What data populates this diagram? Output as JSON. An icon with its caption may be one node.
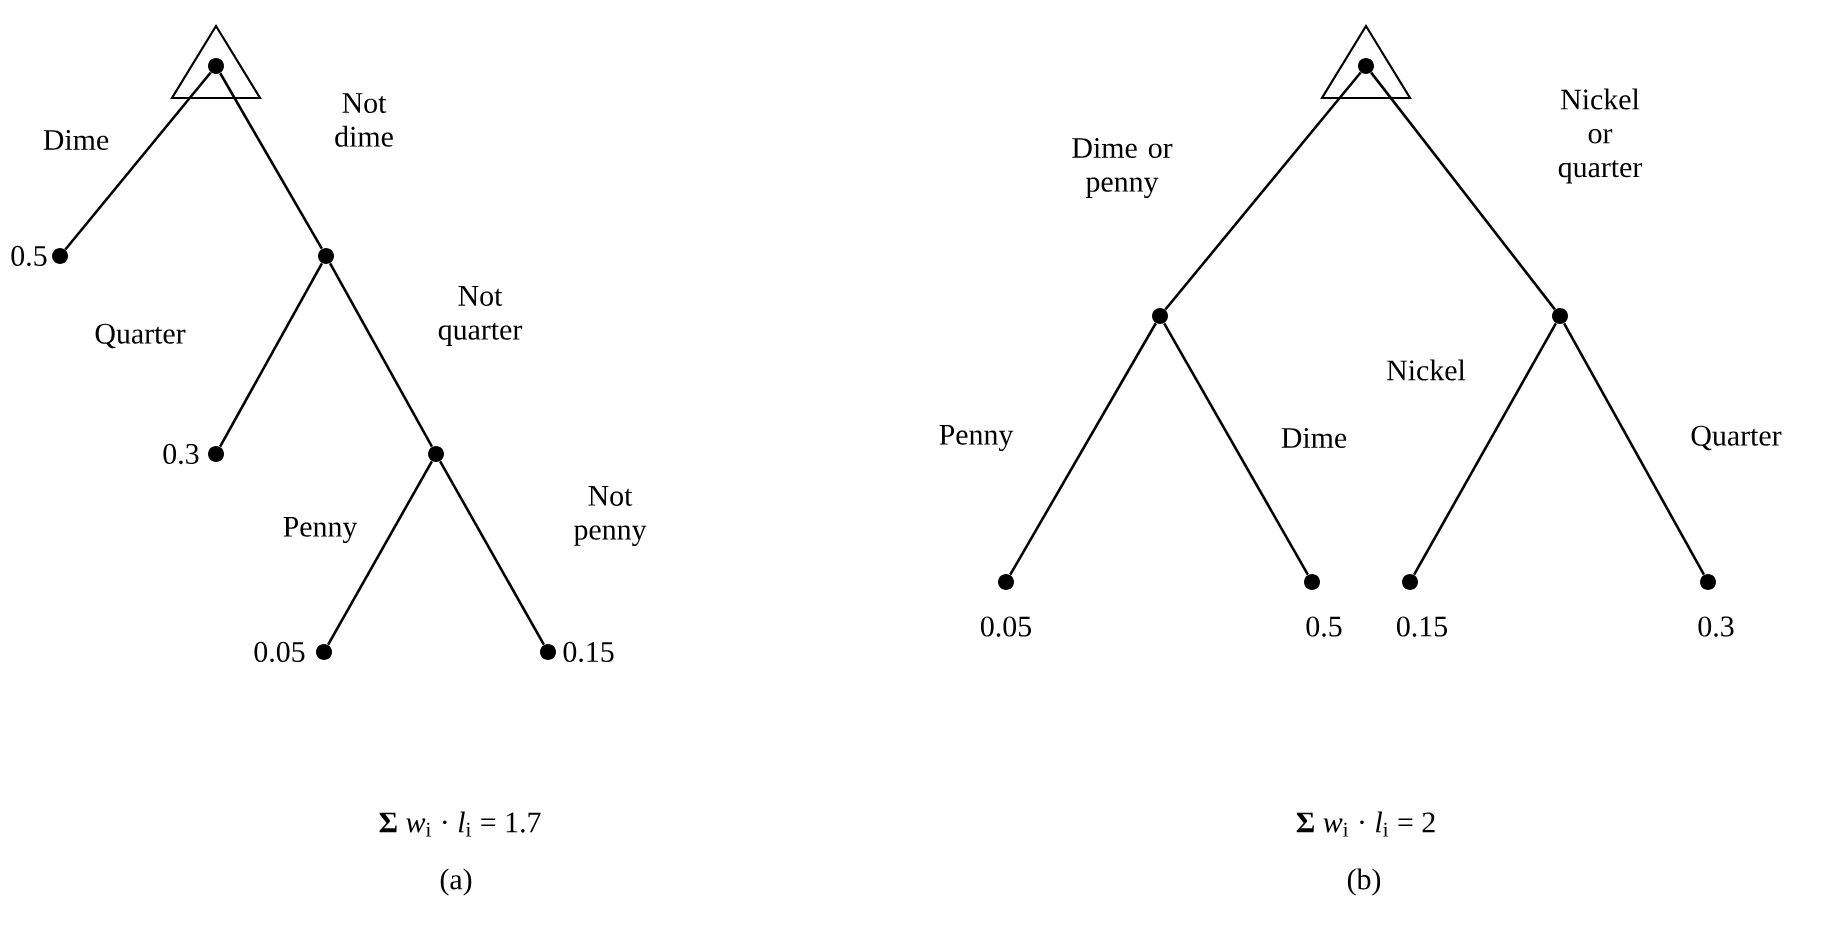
{
  "diagram": {
    "nodes": [
      {
        "text": [],
        "shape": "triangle"
      },
      {
        "text": [],
        "shape": "circle",
        "beside": [
          "0.5"
        ]
      },
      {
        "text": [],
        "shape": "circle"
      },
      {
        "text": [],
        "shape": "circle",
        "beside": [
          "0.3"
        ]
      },
      {
        "text": [],
        "shape": "circle"
      },
      {
        "text": [],
        "shape": "circle",
        "beside": [
          "0.05"
        ]
      },
      {
        "text": [],
        "shape": "circle",
        "beside": [
          "0.15"
        ]
      },
      {
        "text": [],
        "shape": "triangle"
      },
      {
        "text": [],
        "shape": "circle"
      },
      {
        "text": [],
        "shape": "circle"
      },
      {
        "text": [],
        "shape": "circle",
        "beside": [
          "0.05"
        ]
      },
      {
        "text": [],
        "shape": "circle",
        "beside": [
          "0.5"
        ]
      },
      {
        "text": [],
        "shape": "circle",
        "beside": [
          "0.15"
        ]
      },
      {
        "text": [],
        "shape": "circle",
        "beside": [
          "0.3"
        ]
      }
    ],
    "edges": [
      {
        "from": 0,
        "to": 1,
        "arrow": "none",
        "label": "Dime"
      },
      {
        "from": 0,
        "to": 2,
        "arrow": "none",
        "label": "Not dime"
      },
      {
        "from": 2,
        "to": 3,
        "arrow": "none",
        "label": "Quarter"
      },
      {
        "from": 2,
        "to": 4,
        "arrow": "none",
        "label": "Not quarter"
      },
      {
        "from": 4,
        "to": 5,
        "arrow": "none",
        "label": "Penny"
      },
      {
        "from": 4,
        "to": 6,
        "arrow": "none",
        "label": "Not penny"
      },
      {
        "from": 7,
        "to": 8,
        "arrow": "none",
        "label": "Dime or penny"
      },
      {
        "from": 7,
        "to": 9,
        "arrow": "none",
        "label": "Nickel or quarter"
      },
      {
        "from": 8,
        "to": 10,
        "arrow": "none",
        "label": "Penny"
      },
      {
        "from": 8,
        "to": 11,
        "arrow": "none",
        "label": "Dime"
      },
      {
        "from": 9,
        "to": 12,
        "arrow": "none",
        "label": "Nickel"
      },
      {
        "from": 9,
        "to": 13,
        "arrow": "none",
        "label": "Quarter"
      }
    ],
    "labels": [
      "**Σ** *w*$_{i}$ · *l*$_{i}$ = 1.7",
      "(a)",
      "**Σ** *w*$_{i}$ · *l*$_{i}$ = 2",
      "(b)"
    ]
  }
}
